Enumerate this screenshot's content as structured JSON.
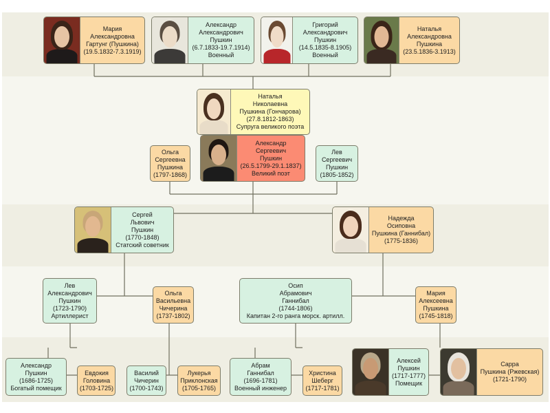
{
  "people": {
    "maria_gartung": {
      "lines": [
        "Мария",
        "Александровна",
        "Гартунг (Пушкина)",
        "(19.5.1832-7.3.1919)"
      ]
    },
    "aleksandr_jr": {
      "lines": [
        "Александр",
        "Александрович",
        "Пушкин",
        "(6.7.1833-19.7.1914)",
        "Военный"
      ]
    },
    "grigoriy": {
      "lines": [
        "Григорий",
        "Александрович",
        "Пушкин",
        "(14.5.1835-8.1905)",
        "Военный"
      ]
    },
    "natalya_jr": {
      "lines": [
        "Наталья",
        "Александровна",
        "Пушкина",
        "(23.5.1836-3.1913)"
      ]
    },
    "natalya_goncharova": {
      "lines": [
        "Наталья",
        "Николаевна",
        "Пушкина (Гончарова)",
        "(27.8.1812-1863)",
        "Супруга великого поэта"
      ]
    },
    "aleksandr_poet": {
      "lines": [
        "Александр",
        "Сергеевич",
        "Пушкин",
        "(26.5.1799-29.1.1837)",
        "Великий поэт"
      ]
    },
    "olga_sister": {
      "lines": [
        "Ольга",
        "Сергеевна",
        "Пушкина",
        "(1797-1868)"
      ]
    },
    "lev_brother": {
      "lines": [
        "Лев",
        "Сергеевич",
        "Пушкин",
        "(1805-1852)"
      ]
    },
    "sergey": {
      "lines": [
        "Сергей",
        "Львович",
        "Пушкин",
        "(1770-1848)",
        "Статский советник"
      ]
    },
    "nadezhda": {
      "lines": [
        "Надежда",
        "Осиповна",
        "Пушкина (Ганнибал)",
        "(1775-1836)"
      ]
    },
    "lev_grandfather": {
      "lines": [
        "Лев",
        "Александрович",
        "Пушкин",
        "(1723-1790)",
        "Артиллерист"
      ]
    },
    "olga_chicherina": {
      "lines": [
        "Ольга",
        "Васильевна",
        "Чичерина",
        "(1737-1802)"
      ]
    },
    "osip": {
      "lines": [
        "Осип",
        "Абрамович",
        "Ганнибал",
        "(1744-1806)",
        "Капитан 2-го ранга морск. артилл."
      ]
    },
    "maria_gannibal": {
      "lines": [
        "Мария",
        "Алексеевна",
        "Пушкина",
        "(1745-1818)"
      ]
    },
    "aleksandr_1686": {
      "lines": [
        "Александр",
        "Пушкин",
        "(1686-1725)",
        "Богатый помещик"
      ]
    },
    "evdokiya": {
      "lines": [
        "Евдокия",
        "Головина",
        "(1703-1725)"
      ]
    },
    "vasiliy": {
      "lines": [
        "Василий",
        "Чичерин",
        "(1700-1743)"
      ]
    },
    "lukerya": {
      "lines": [
        "Лукерья",
        "Приклонская",
        "(1705-1765)"
      ]
    },
    "abram": {
      "lines": [
        "Абрам",
        "Ганнибал",
        "(1696-1781)",
        "Военный инженер"
      ]
    },
    "khristina": {
      "lines": [
        "Христина",
        "Шеберг",
        "(1717-1781)"
      ]
    },
    "aleksey": {
      "lines": [
        "Алексей",
        "Пушкин",
        "(1717-1777)",
        "Помещик"
      ]
    },
    "sarra": {
      "lines": [
        "Сарра",
        "Пушкина (Ржевская)",
        "(1721-1790)"
      ]
    }
  },
  "colors": {
    "male": "#d7f1e1",
    "female": "#fbd9a4",
    "spouse_highlight": "#fef8b8",
    "poet_highlight": "#fb8b73",
    "line": "#6f6f5e"
  }
}
